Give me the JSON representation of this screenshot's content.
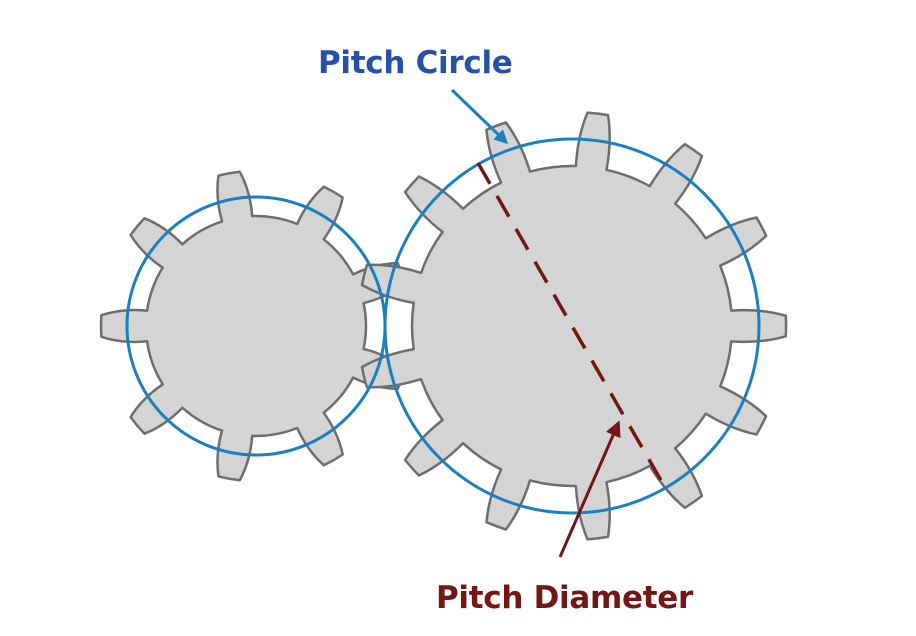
{
  "labels": {
    "pitch_circle": "Pitch Circle",
    "pitch_diameter": "Pitch Diameter"
  },
  "colors": {
    "pitch_circle": "#1b7fc1",
    "pitch_circle_text": "#2551a8",
    "pitch_diameter": "#741616",
    "gear_fill": "#d4d4d4",
    "gear_stroke": "#6e6e6e"
  },
  "gears": [
    {
      "name": "small-gear",
      "teeth": 9
    },
    {
      "name": "large-gear",
      "teeth": 13
    }
  ]
}
